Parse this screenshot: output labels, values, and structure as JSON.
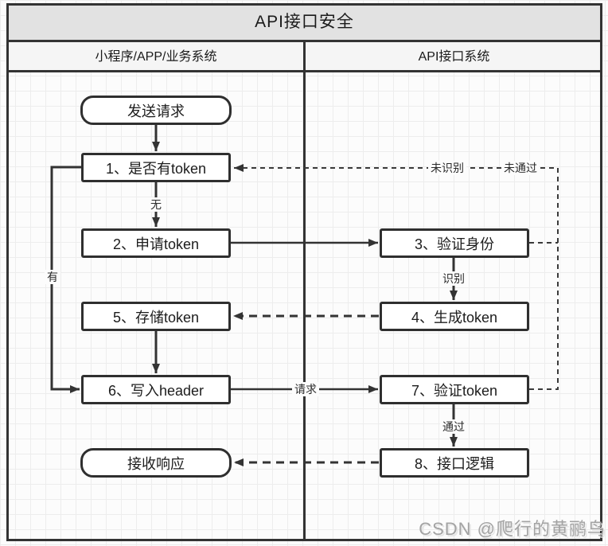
{
  "title": "API接口安全",
  "lanes": {
    "left": "小程序/APP/业务系统",
    "right": "API接口系统"
  },
  "nodes": {
    "start": "发送请求",
    "n1": "1、是否有token",
    "n2": "2、申请token",
    "n3": "3、验证身份",
    "n4": "4、生成token",
    "n5": "5、存储token",
    "n6": "6、写入header",
    "n7": "7、验证token",
    "n8": "8、接口逻辑",
    "end": "接收响应"
  },
  "edges": [
    {
      "from": "start",
      "to": "n1",
      "style": "solid",
      "label": ""
    },
    {
      "from": "n1",
      "to": "n2",
      "style": "solid",
      "label": "无"
    },
    {
      "from": "n1",
      "to": "n6",
      "style": "solid",
      "label": "有"
    },
    {
      "from": "n2",
      "to": "n3",
      "style": "solid",
      "label": ""
    },
    {
      "from": "n3",
      "to": "n4",
      "style": "solid",
      "label": "识别"
    },
    {
      "from": "n4",
      "to": "n5",
      "style": "dashed",
      "label": ""
    },
    {
      "from": "n5",
      "to": "n6",
      "style": "solid",
      "label": ""
    },
    {
      "from": "n6",
      "to": "n7",
      "style": "solid",
      "label": "请求"
    },
    {
      "from": "n7",
      "to": "n8",
      "style": "solid",
      "label": "通过"
    },
    {
      "from": "n8",
      "to": "end",
      "style": "dashed",
      "label": ""
    },
    {
      "from": "n3",
      "to": "n1",
      "style": "dashed",
      "label": "未识别"
    },
    {
      "from": "n7",
      "to": "n1",
      "style": "dashed",
      "label": "未通过"
    }
  ],
  "watermark": "CSDN @爬行的黄鹂鸟",
  "colors": {
    "line": "#333333",
    "title_bg": "#e2e2e2",
    "header_bg": "#f5f5f5",
    "box_bg": "#ffffff",
    "grid": "#ededed",
    "watermark": "#a3a3a3"
  }
}
